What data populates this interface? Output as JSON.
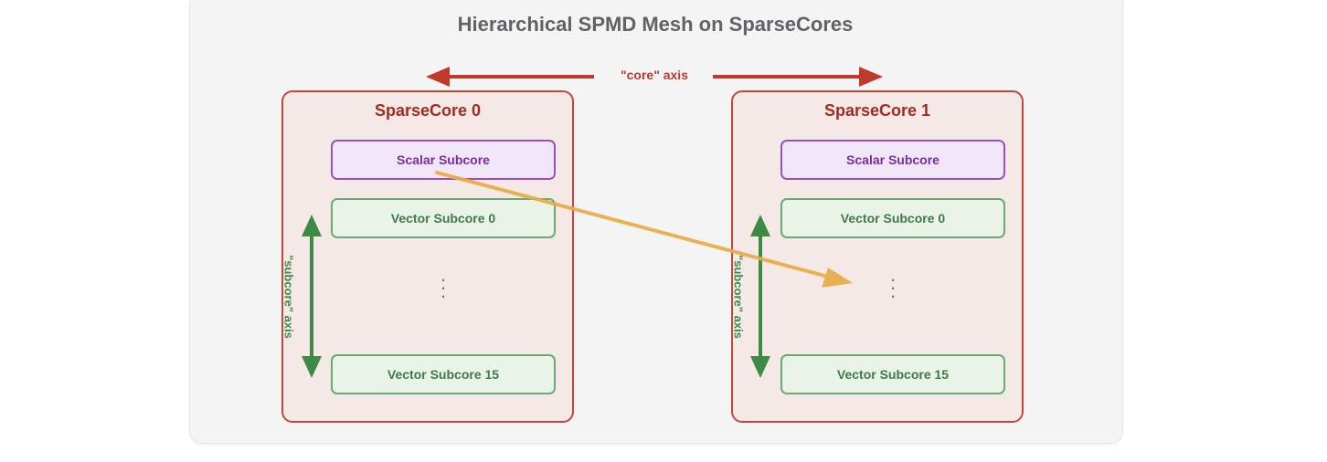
{
  "title": "Hierarchical SPMD Mesh on SparseCores",
  "core_axis_label": "\"core\" axis",
  "cores": [
    {
      "title": "SparseCore 0",
      "scalar": "Scalar Subcore",
      "vector_first": "Vector Subcore 0",
      "ellipsis": ":",
      "vector_last": "Vector Subcore 15",
      "axis_label": "\"subcore\" axis"
    },
    {
      "title": "SparseCore 1",
      "scalar": "Scalar Subcore",
      "vector_first": "Vector Subcore 0",
      "ellipsis": ":",
      "vector_last": "Vector Subcore 15",
      "axis_label": "\"subcore\" axis"
    }
  ],
  "colors": {
    "core_border": "#c4473c",
    "core_axis_arrow": "#c0392b",
    "scalar_border": "#9b4ec3",
    "vector_border": "#6aa973",
    "subcore_axis_arrow": "#3c8a44",
    "highlight_arrow": "#e8ac46"
  }
}
